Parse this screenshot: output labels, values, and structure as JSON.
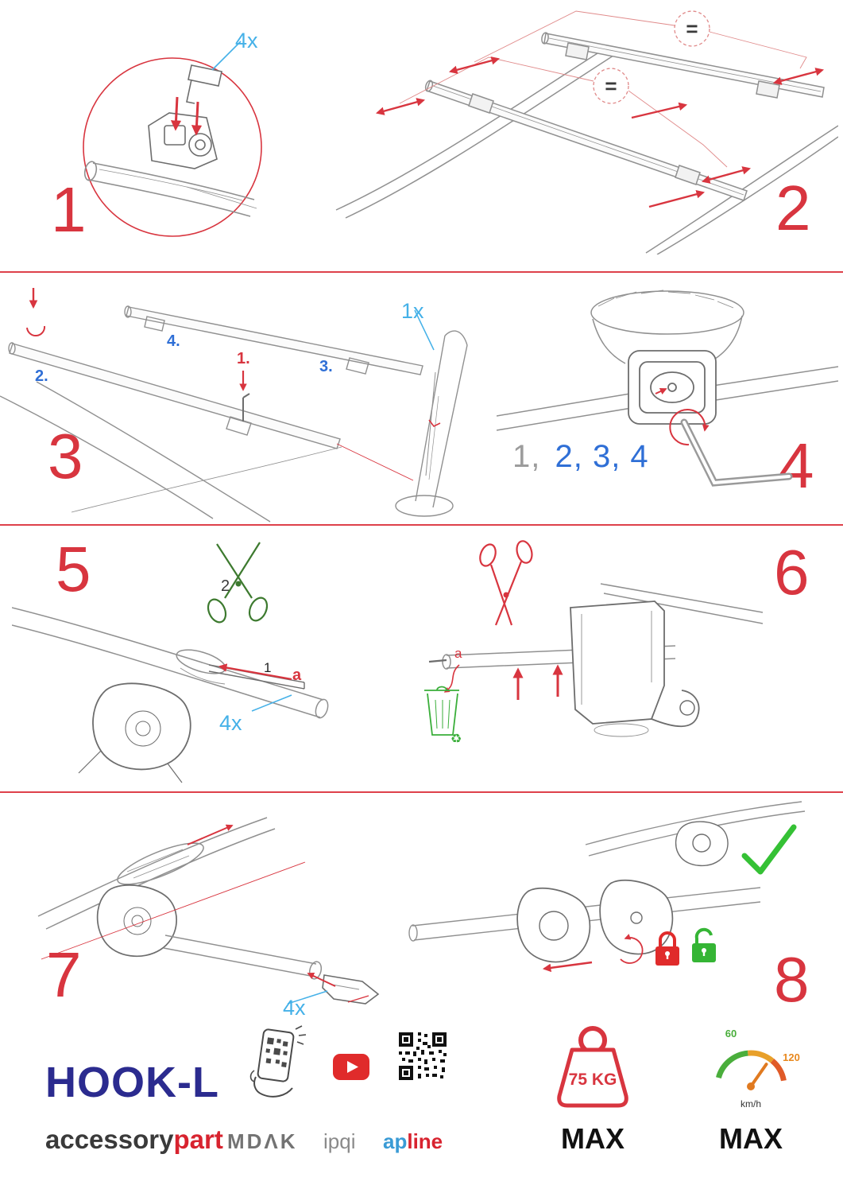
{
  "colors": {
    "accent_red": "#d8353f",
    "accent_blue_light": "#45b1e8",
    "accent_blue": "#2f6fd6",
    "accent_green": "#3aae3a",
    "brand_navy": "#2b2b8f",
    "brand_red": "#d8232f"
  },
  "steps": {
    "s1": {
      "number": "1",
      "qty": "4x"
    },
    "s2": {
      "number": "2",
      "equal1": "=",
      "equal2": "="
    },
    "s3": {
      "number": "3",
      "qty": "1x",
      "label1": "1.",
      "label2": "2.",
      "label3": "3.",
      "label4": "4."
    },
    "s4": {
      "number": "4",
      "seq_gray": "1,",
      "seq_blue": "2, 3, 4"
    },
    "s5": {
      "number": "5",
      "qty": "4x",
      "cut_label": "2",
      "insert_label": "1",
      "part_label": "a"
    },
    "s6": {
      "number": "6",
      "part_label": "a",
      "recycle_glyph": "♻"
    },
    "s7": {
      "number": "7",
      "qty": "4x"
    },
    "s8": {
      "number": "8"
    }
  },
  "footer": {
    "product": "HOOK-L",
    "brand1": "accessory",
    "brand2": "part",
    "mdak": "MDΛK",
    "ipqi": "ipqi",
    "ap": "ap",
    "line": "line",
    "weight": "75 KG",
    "weight_max": "MAX",
    "speed_low": "60",
    "speed_high": "120",
    "speed_unit": "km/h",
    "speed_max": "MAX"
  }
}
